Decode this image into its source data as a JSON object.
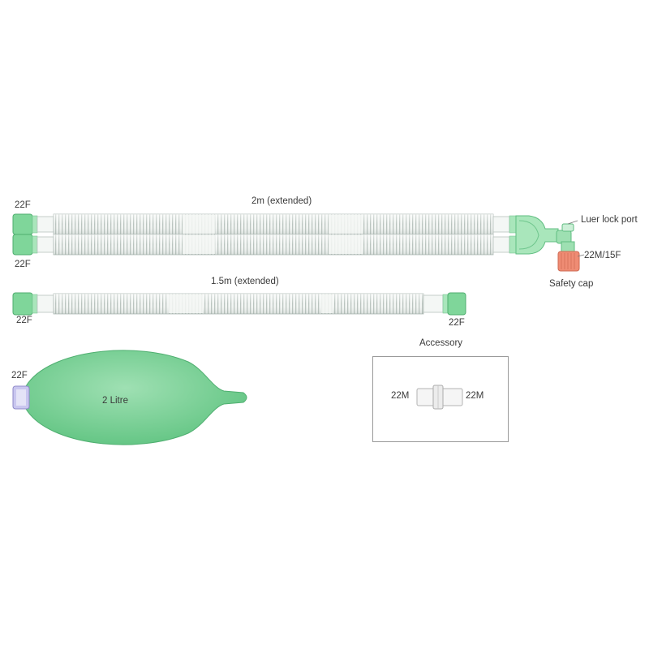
{
  "colors": {
    "tube_fill": "#f2f5f3",
    "tube_rib": "#b6c0bb",
    "connector_green": "#6dcf8c",
    "connector_green_light": "#a9e6bb",
    "bag_green": "#64c886",
    "bag_green_light": "#93dcaa",
    "safety_cap": "#ef8c74",
    "bag_connector_purple": "#b7b3e6"
  },
  "labels": {
    "circuit_2m_length": "2m (extended)",
    "circuit_2m_left_top": "22F",
    "circuit_2m_left_bottom": "22F",
    "luer_lock_port": "Luer lock port",
    "patient_connector": "22M/15F",
    "safety_cap": "Safety cap",
    "limb_15m_length": "1.5m (extended)",
    "limb_15m_left": "22F",
    "limb_15m_right": "22F",
    "bag_connector": "22F",
    "bag_volume": "2 Litre",
    "accessory_title": "Accessory",
    "accessory_left": "22M",
    "accessory_right": "22M"
  }
}
